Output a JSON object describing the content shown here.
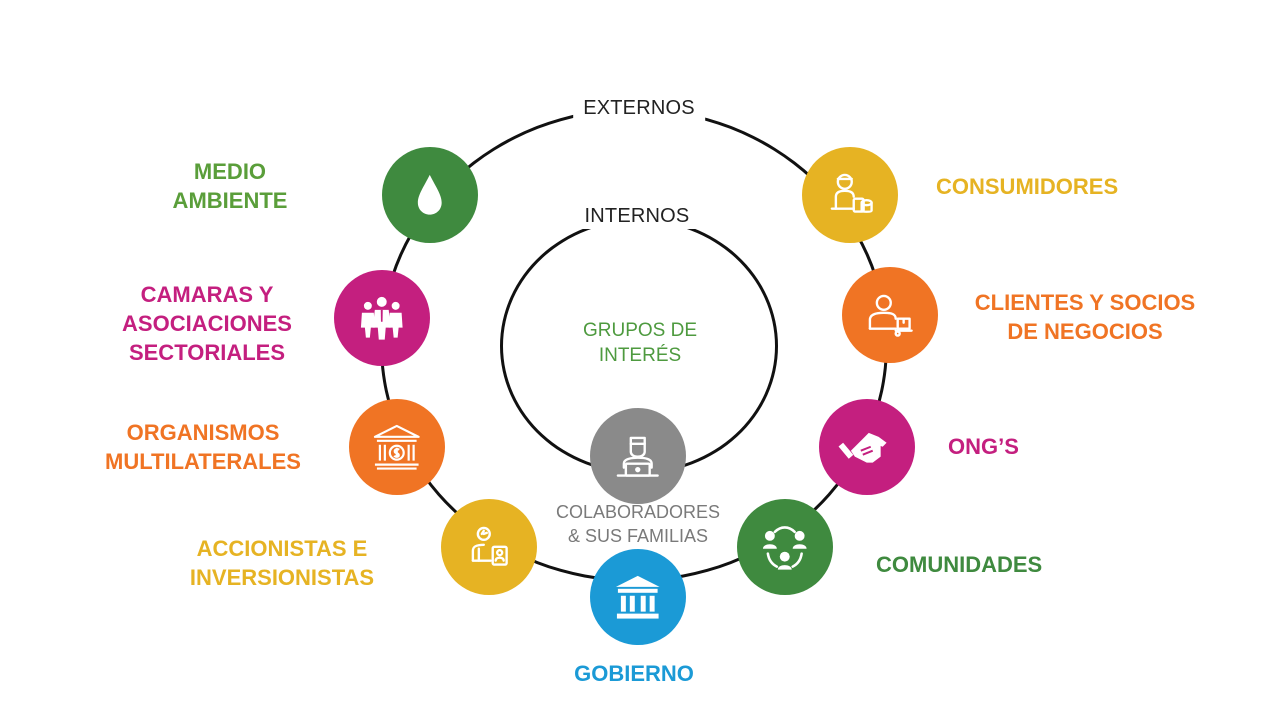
{
  "rings": {
    "outer_label": "EXTERNOS",
    "inner_label": "INTERNOS"
  },
  "center": {
    "title": [
      "GRUPOS DE",
      "INTERÉS"
    ],
    "color": "#4e9a3f"
  },
  "nodes": [
    {
      "key": "medio-ambiente",
      "lines": [
        "MEDIO",
        "AMBIENTE"
      ],
      "color": "#3f8a3f",
      "label_color": "#5a9e3a",
      "icon": "water-drop-icon"
    },
    {
      "key": "consumidores",
      "lines": [
        "CONSUMIDORES"
      ],
      "color": "#e6b323",
      "label_color": "#e6b323",
      "icon": "consumer-icon"
    },
    {
      "key": "camaras",
      "lines": [
        "CAMARAS Y",
        "ASOCIACIONES",
        "SECTORIALES"
      ],
      "color": "#c41f7f",
      "label_color": "#c41f7f",
      "icon": "group-people-icon"
    },
    {
      "key": "clientes",
      "lines": [
        "CLIENTES Y SOCIOS",
        "DE NEGOCIOS"
      ],
      "color": "#f07424",
      "label_color": "#f07424",
      "icon": "delivery-person-icon"
    },
    {
      "key": "organismos",
      "lines": [
        "ORGANISMOS",
        "MULTILATERALES"
      ],
      "color": "#f07424",
      "label_color": "#f07424",
      "icon": "bank-dollar-icon"
    },
    {
      "key": "ongs",
      "lines": [
        "ONG’S"
      ],
      "color": "#c41f7f",
      "label_color": "#c41f7f",
      "icon": "handshake-icon"
    },
    {
      "key": "colaboradores",
      "lines": [
        "COLABORADORES",
        "& SUS FAMILIAS"
      ],
      "color": "#8a8a8a",
      "label_color": "#7a7a7a",
      "icon": "laptop-worker-icon"
    },
    {
      "key": "comunidades",
      "lines": [
        "COMUNIDADES"
      ],
      "color": "#3f8a3f",
      "label_color": "#3f8a3f",
      "icon": "community-icon"
    },
    {
      "key": "accionistas",
      "lines": [
        "ACCIONISTAS E",
        "INVERSIONISTAS"
      ],
      "color": "#e6b323",
      "label_color": "#e6b323",
      "icon": "investor-icon"
    },
    {
      "key": "gobierno",
      "lines": [
        "GOBIERNO"
      ],
      "color": "#1b9ad6",
      "label_color": "#1b9ad6",
      "icon": "government-building-icon"
    }
  ]
}
